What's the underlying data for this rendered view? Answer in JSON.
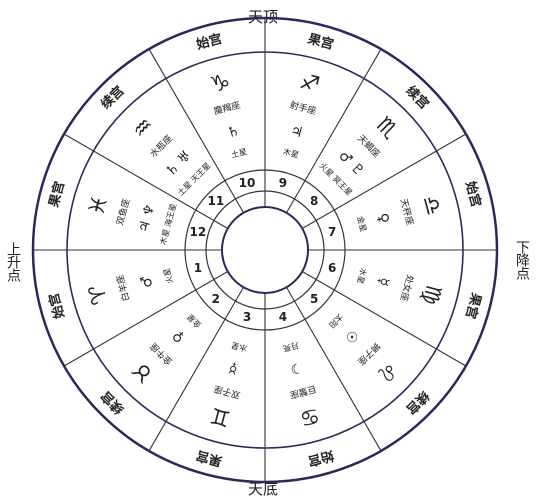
{
  "cardinals": {
    "top": "天顶",
    "bottom": "天底",
    "left": "上升点",
    "right": "下降点"
  },
  "houses": [
    {
      "number": "1",
      "sign_symbol": "♈",
      "sign_name": "白羊座",
      "planet_symbol": "♂",
      "planet_name": "火星",
      "palace": "始宫"
    },
    {
      "number": "2",
      "sign_symbol": "♉",
      "sign_name": "金牛座",
      "planet_symbol": "♀",
      "planet_name": "金星",
      "palace": "续宫"
    },
    {
      "number": "3",
      "sign_symbol": "♊",
      "sign_name": "双子座",
      "planet_symbol": "☿",
      "planet_name": "水星",
      "palace": "果宫"
    },
    {
      "number": "4",
      "sign_symbol": "♋",
      "sign_name": "巨蟹座",
      "planet_symbol": "☽",
      "planet_name": "月亮",
      "palace": "始宫"
    },
    {
      "number": "5",
      "sign_symbol": "♌",
      "sign_name": "狮子座",
      "planet_symbol": "☉",
      "planet_name": "太阳",
      "palace": "续宫"
    },
    {
      "number": "6",
      "sign_symbol": "♍",
      "sign_name": "处女座",
      "planet_symbol": "☿",
      "planet_name": "水星",
      "palace": "果宫"
    },
    {
      "number": "7",
      "sign_symbol": "♎",
      "sign_name": "天秤座",
      "planet_symbol": "♀",
      "planet_name": "金星",
      "palace": "始宫"
    },
    {
      "number": "8",
      "sign_symbol": "♏",
      "sign_name": "天蝎座",
      "planet_symbol": "♂ ♇",
      "planet_name": "火星 冥王星",
      "palace": "续宫"
    },
    {
      "number": "9",
      "sign_symbol": "♐",
      "sign_name": "射手座",
      "planet_symbol": "♃",
      "planet_name": "木星",
      "palace": "果宫"
    },
    {
      "number": "10",
      "sign_symbol": "♑",
      "sign_name": "魔羯座",
      "planet_symbol": "♄",
      "planet_name": "土星",
      "palace": "始宫"
    },
    {
      "number": "11",
      "sign_symbol": "♒",
      "sign_name": "水瓶座",
      "planet_symbol": "♄ ♅",
      "planet_name": "土星 天王星",
      "palace": "续宫"
    },
    {
      "number": "12",
      "sign_symbol": "♓",
      "sign_name": "双鱼座",
      "planet_symbol": "♃ ♆",
      "planet_name": "木星 海王星",
      "palace": "果宫"
    }
  ],
  "colors": {
    "ring_stroke": "#2a2a5a",
    "line": "#333333",
    "text": "#222222"
  }
}
